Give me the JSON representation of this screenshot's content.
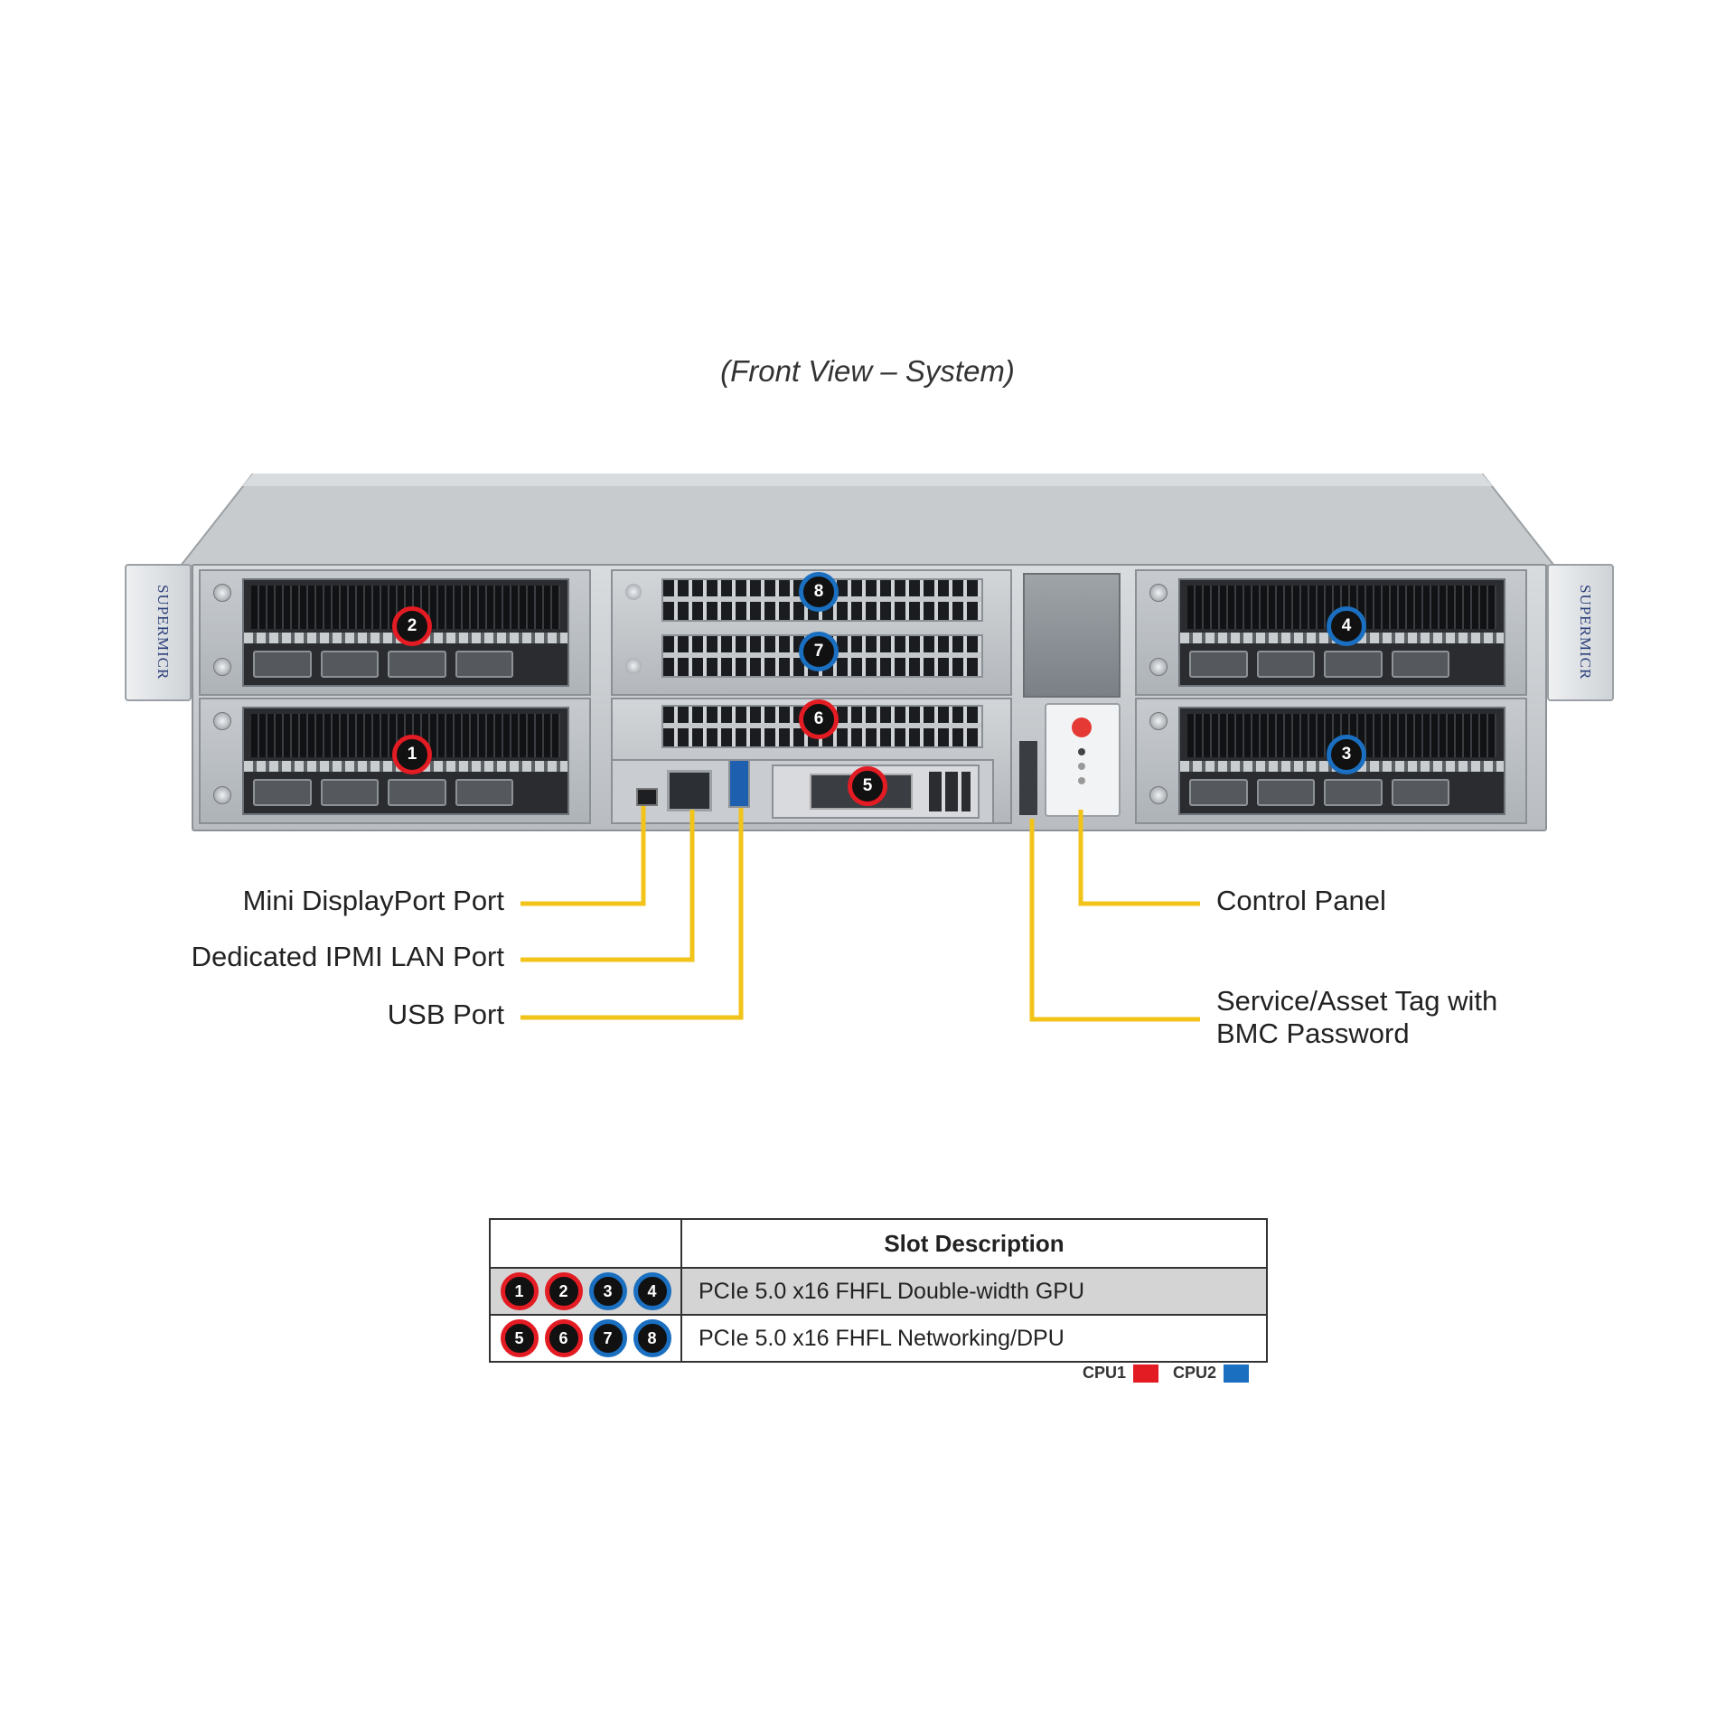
{
  "caption": "(Front View – System)",
  "ear_brand": "SUPERMICR",
  "badges": [
    {
      "label": "1",
      "cpu": "cpu1"
    },
    {
      "label": "2",
      "cpu": "cpu1"
    },
    {
      "label": "3",
      "cpu": "cpu2"
    },
    {
      "label": "4",
      "cpu": "cpu2"
    },
    {
      "label": "5",
      "cpu": "cpu1"
    },
    {
      "label": "6",
      "cpu": "cpu1"
    },
    {
      "label": "7",
      "cpu": "cpu2"
    },
    {
      "label": "8",
      "cpu": "cpu2"
    }
  ],
  "callouts": {
    "mini_displayport": "Mini DisplayPort Port",
    "ipmi_lan": "Dedicated IPMI LAN Port",
    "usb": "USB Port",
    "control_panel": "Control Panel",
    "service_tag_line1": "Service/Asset Tag with",
    "service_tag_line2": "BMC Password"
  },
  "table": {
    "header": "Slot Description",
    "rows": [
      {
        "slots": [
          "1",
          "2",
          "3",
          "4"
        ],
        "description": "PCIe 5.0 x16 FHFL Double-width GPU"
      },
      {
        "slots": [
          "5",
          "6",
          "7",
          "8"
        ],
        "description": "PCIe 5.0 x16 FHFL Networking/DPU"
      }
    ]
  },
  "legend": {
    "cpu1_label": "CPU1",
    "cpu2_label": "CPU2",
    "cpu1_color": "#e31b23",
    "cpu2_color": "#1a6fc0"
  },
  "callout_line_color": "#f2c318"
}
